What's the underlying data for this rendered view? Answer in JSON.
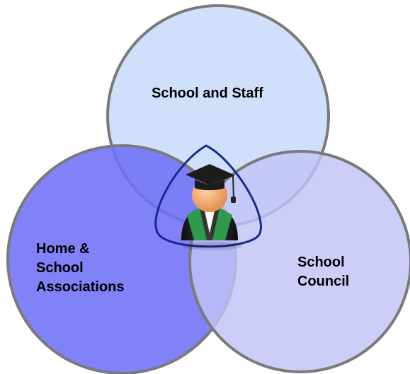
{
  "diagram": {
    "circles": {
      "top": {
        "name": "school-and-staff",
        "fill": "#c9dcfb",
        "fill_opacity": 0.88
      },
      "left": {
        "name": "home-and-school-associations",
        "fill": "#6f70f7",
        "fill_opacity": 0.88
      },
      "right": {
        "name": "school-council",
        "fill": "#c2c3f6",
        "fill_opacity": 0.82
      },
      "stroke": "#7a7a7a"
    },
    "labels": {
      "top": {
        "line1": "School and Staff"
      },
      "left": {
        "line1": "Home &",
        "line2": "School",
        "line3": "Associations"
      },
      "right": {
        "line1": "School",
        "line2": "Council"
      }
    },
    "center": {
      "icon": "graduate-student-icon",
      "outline_color": "#1a2a8a",
      "gown_color": "#2e9a4a",
      "cap_color": "#1c1c1c",
      "skin_color": "#f0a060"
    }
  }
}
